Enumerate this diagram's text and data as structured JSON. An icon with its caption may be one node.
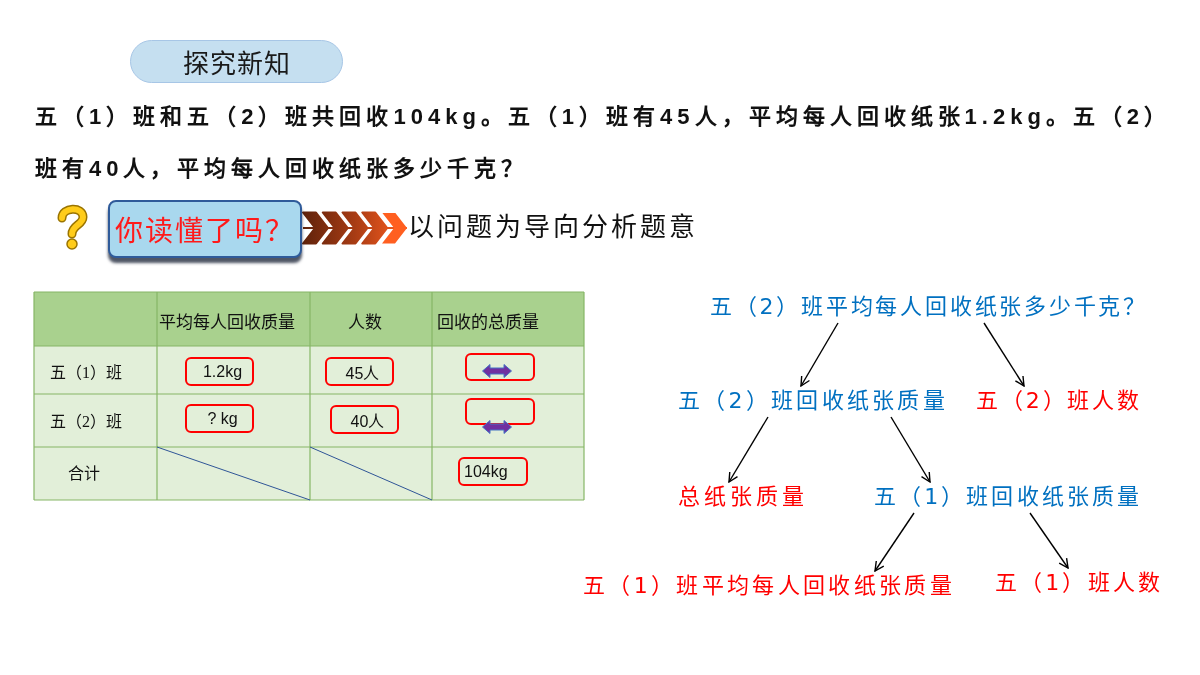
{
  "diagram": {
    "nodes": [
      {
        "text": [
          "探究新知"
        ]
      },
      {
        "text": [
          "你读懂了吗？"
        ]
      },
      {
        "text": [
          "以问题为导向分析题意"
        ]
      },
      {
        "text": [
          "1.2kg"
        ]
      },
      {
        "text": [
          "45人"
        ]
      },
      {
        "text": [],
        "shape": "box"
      },
      {
        "text": [
          "? kg"
        ]
      },
      {
        "text": [
          "40人"
        ]
      },
      {
        "text": [],
        "shape": "box"
      },
      {
        "text": [
          "104kg"
        ]
      },
      {
        "text": [
          "五（2）班平均每人回收纸张多少千克？"
        ]
      },
      {
        "text": [
          "五（2）班回收纸张质量"
        ]
      },
      {
        "text": [
          "五（2）班人数"
        ]
      },
      {
        "text": [
          "总纸张质量"
        ]
      },
      {
        "text": [
          "五（1）班回收纸张质量"
        ]
      },
      {
        "text": [
          "五（1）班平均每人回收纸张质量"
        ]
      },
      {
        "text": [
          "五（1）班人数"
        ]
      }
    ],
    "edges": [
      {
        "from": 1,
        "to": 2,
        "arrow": "to",
        "style": "thick",
        "color": "#a83c14"
      },
      {
        "from": 10,
        "to": 11,
        "arrow": "to"
      },
      {
        "from": 10,
        "to": 12,
        "arrow": "to"
      },
      {
        "from": 11,
        "to": 13,
        "arrow": "to"
      },
      {
        "from": 11,
        "to": 14,
        "arrow": "to"
      },
      {
        "from": 14,
        "to": 15,
        "arrow": "to"
      },
      {
        "from": 14,
        "to": 16,
        "arrow": "to"
      }
    ],
    "labels": [
      "五（1）班和五（2）班共回收104kg。五（1）班有45人，平均每人回收纸张1.2kg。五（2）班有40人，平均每人回收纸张多少千克？",
      "平均每人回收质量",
      "人数",
      "回收的总质量",
      "五（1）班",
      "五（2）班",
      "合计"
    ]
  }
}
